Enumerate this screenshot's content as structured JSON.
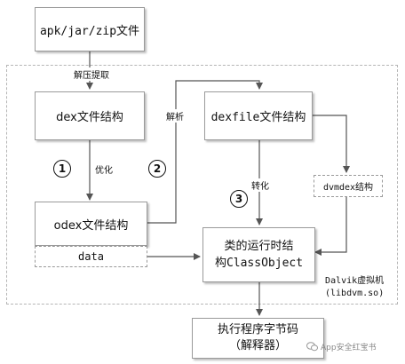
{
  "nodes": {
    "apk": "apk/jar/zip文件",
    "dex": "dex文件结构",
    "dexfile": "dexfile文件结构",
    "odex": "odex文件结构",
    "data": "data",
    "dvmdex": "dvmdex结构",
    "classobject_line1": "类的运行时结",
    "classobject_line2": "构ClassObject",
    "exec_line1": "执行程序字节码",
    "exec_line2": "（解释器）"
  },
  "edges": {
    "decompress": "解压提取",
    "parse": "解析",
    "optimize": "优化",
    "convert": "转化"
  },
  "steps": [
    "1",
    "2",
    "3"
  ],
  "region": {
    "line1": "Dalvik虚拟机",
    "line2": "(libdvm.so)"
  },
  "watermark": "App安全红宝书"
}
